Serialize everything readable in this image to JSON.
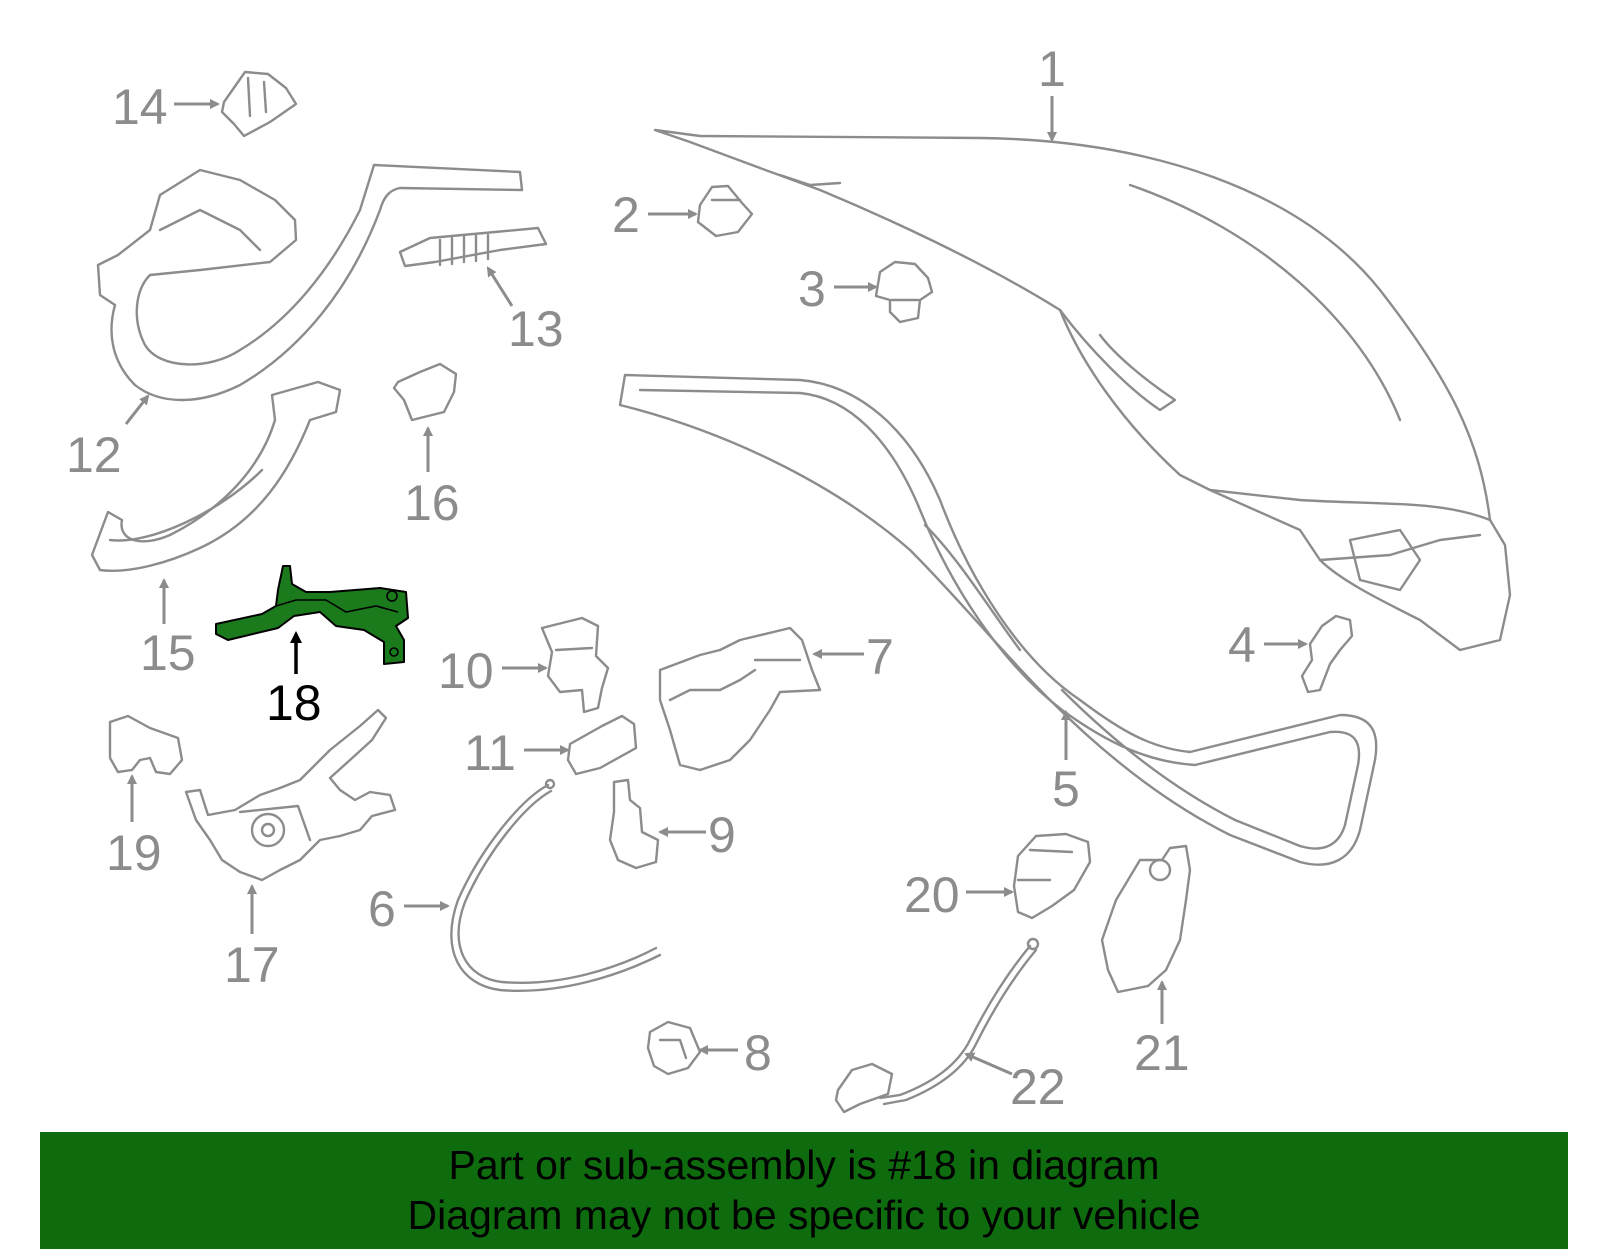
{
  "diagram": {
    "highlight_color": "#1b7a1b",
    "line_color": "#8c8c8c",
    "callouts": {
      "c1": "1",
      "c2": "2",
      "c3": "3",
      "c4": "4",
      "c5": "5",
      "c6": "6",
      "c7": "7",
      "c8": "8",
      "c9": "9",
      "c10": "10",
      "c11": "11",
      "c12": "12",
      "c13": "13",
      "c14": "14",
      "c15": "15",
      "c16": "16",
      "c17": "17",
      "c18": "18",
      "c19": "19",
      "c20": "20",
      "c21": "21",
      "c22": "22"
    }
  },
  "banner": {
    "background": "#0e6b0e",
    "line1": "Part or sub-assembly is #18 in diagram",
    "line2": "Diagram may not be specific to your vehicle"
  }
}
